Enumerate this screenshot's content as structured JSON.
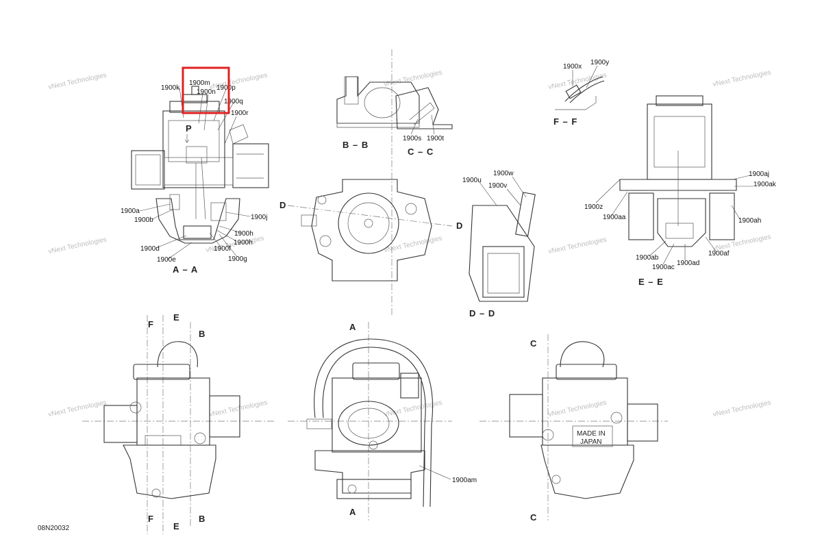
{
  "document_id": "08N20032",
  "watermark": "vNext Technologies",
  "highlight_color": "#e02020",
  "p_label": "P",
  "section_labels": {
    "aa": "A – A",
    "bb": "B – B",
    "cc": "C – C",
    "dd": "D – D",
    "ee": "E – E",
    "ff": "F – F"
  },
  "cut_letters": {
    "a": "A",
    "b": "B",
    "c": "C",
    "d": "D",
    "e": "E",
    "f": "F"
  },
  "body_text": {
    "made_in_1": "MADE IN",
    "made_in_2": "JAPAN"
  },
  "callouts": {
    "1900a": "1900a",
    "1900b": "1900b",
    "1900d": "1900d",
    "1900e": "1900e",
    "1900f": "1900f",
    "1900g": "1900g",
    "1900h1": "1900h",
    "1900h2": "1900h",
    "1900j": "1900j",
    "1900k": "1900k",
    "1900m": "1900m",
    "1900n": "1900n",
    "1900p": "1900p",
    "1900q": "1900q",
    "1900r": "1900r",
    "1900s": "1900s",
    "1900t": "1900t",
    "1900u": "1900u",
    "1900v": "1900v",
    "1900w": "1900w",
    "1900x": "1900x",
    "1900y": "1900y",
    "1900z": "1900z",
    "1900aa": "1900aa",
    "1900ab": "1900ab",
    "1900ac": "1900ac",
    "1900ad": "1900ad",
    "1900af": "1900af",
    "1900ah": "1900ah",
    "1900aj": "1900aj",
    "1900ak": "1900ak",
    "1900am": "1900am"
  }
}
